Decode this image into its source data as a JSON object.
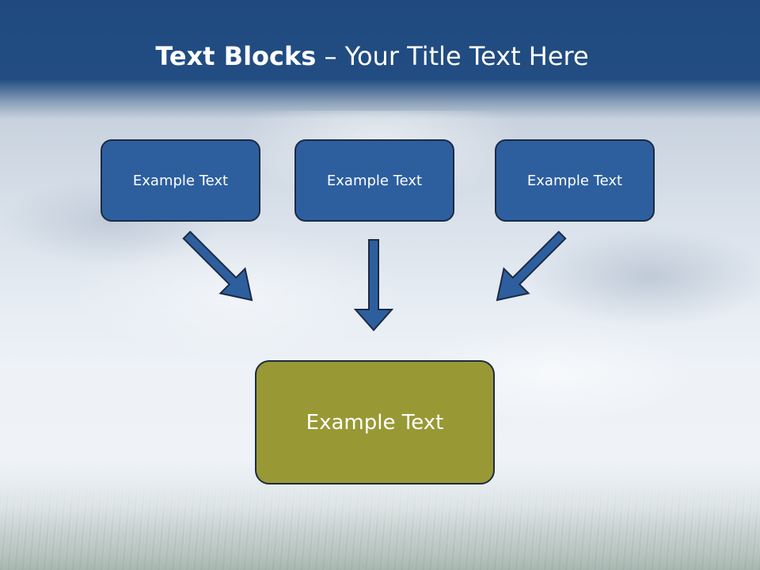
{
  "slide": {
    "title_bold": "Text Blocks",
    "title_dash": " – ",
    "title_rest": "Your Title Text Here"
  },
  "diagram": {
    "top_boxes": [
      {
        "label": "Example Text"
      },
      {
        "label": "Example Text"
      },
      {
        "label": "Example Text"
      }
    ],
    "bottom_box": {
      "label": "Example Text"
    }
  },
  "colors": {
    "header": "#1f4a80",
    "top_box_fill": "#2d5f9e",
    "bottom_box_fill": "#989934",
    "arrow_fill": "#2d5f9e",
    "outline": "#1c2a44"
  }
}
